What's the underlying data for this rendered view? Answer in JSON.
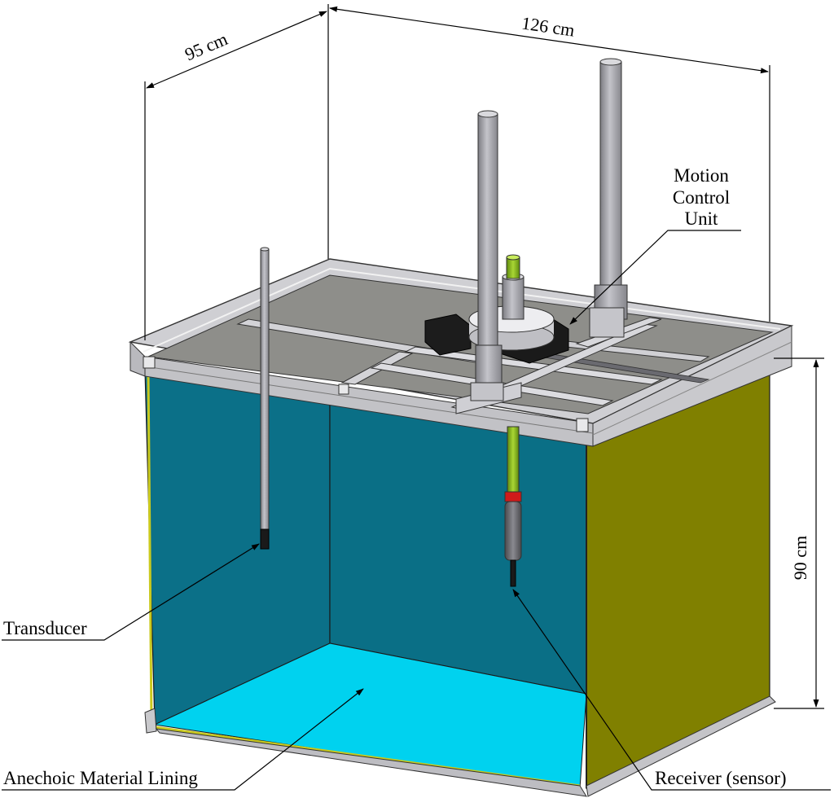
{
  "dimensions": {
    "depth": "95 cm",
    "width": "126 cm",
    "height": "90 cm"
  },
  "labels": {
    "motion_control_unit": [
      "Motion",
      "Control",
      "Unit"
    ],
    "transducer": "Transducer",
    "receiver": "Receiver (sensor)",
    "anechoic_lining": "Anechoic Material Lining"
  },
  "colors": {
    "back_walls": "#0b7088",
    "floor": "#00d0ee",
    "right_wall": "#7f7f00",
    "deck": "#8e8e8a",
    "frame": "#c9c9cc",
    "rods": "#a3a3a8",
    "motor": "#1a1a1a",
    "green_rod": "#8dbb1a",
    "red_band": "#d01a1a"
  }
}
